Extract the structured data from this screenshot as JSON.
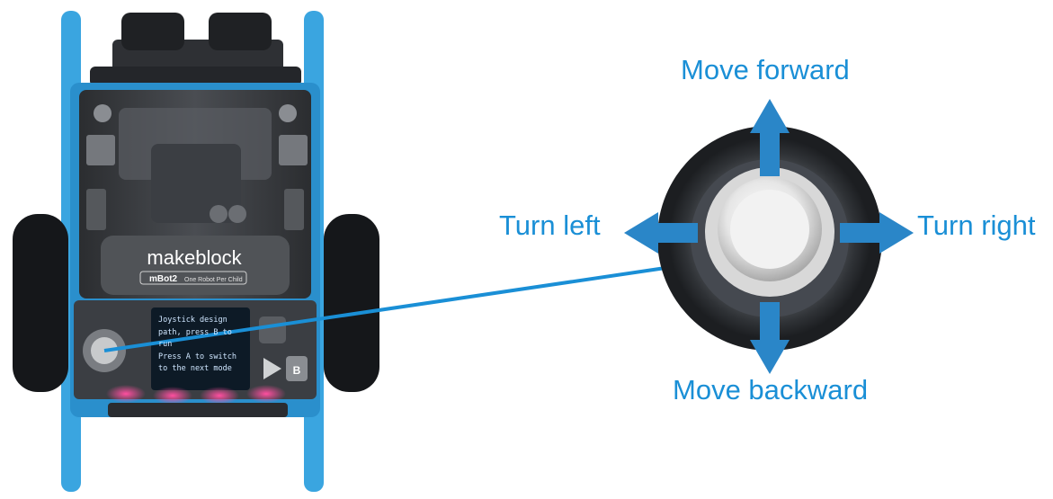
{
  "robot": {
    "brand": "makeblock",
    "model": "mBot2",
    "tagline": "One Robot Per Child",
    "screen_text": "Joystick design path, press B to run\nPress A to switch to the next mode",
    "button_b": "B"
  },
  "labels": {
    "forward": "Move forward",
    "backward": "Move backward",
    "left": "Turn left",
    "right": "Turn right"
  },
  "colors": {
    "accent": "#1a8fd6",
    "arrow": "#2a86c8",
    "chassis_blue": "#3aa5e0"
  }
}
